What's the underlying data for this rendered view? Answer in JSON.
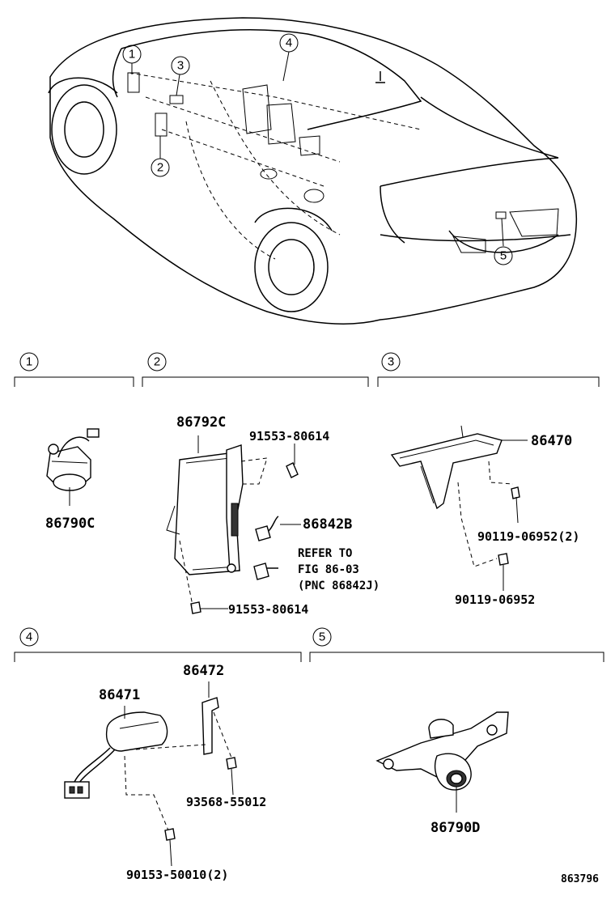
{
  "diagram_code": "863796",
  "callouts": [
    "1",
    "2",
    "3",
    "4",
    "5"
  ],
  "sections": [
    {
      "number": "1",
      "parts": [
        "86790C"
      ]
    },
    {
      "number": "2",
      "parts": [
        "86792C",
        "91553-80614",
        "86842B",
        "91553-80614"
      ],
      "note": [
        "REFER TO",
        "FIG 86-03",
        "(PNC 86842J)"
      ]
    },
    {
      "number": "3",
      "parts": [
        "86470",
        "90119-06952(2)",
        "90119-06952"
      ]
    },
    {
      "number": "4",
      "parts": [
        "86472",
        "86471",
        "93568-55012",
        "90153-50010(2)"
      ]
    },
    {
      "number": "5",
      "parts": [
        "86790D"
      ]
    }
  ]
}
